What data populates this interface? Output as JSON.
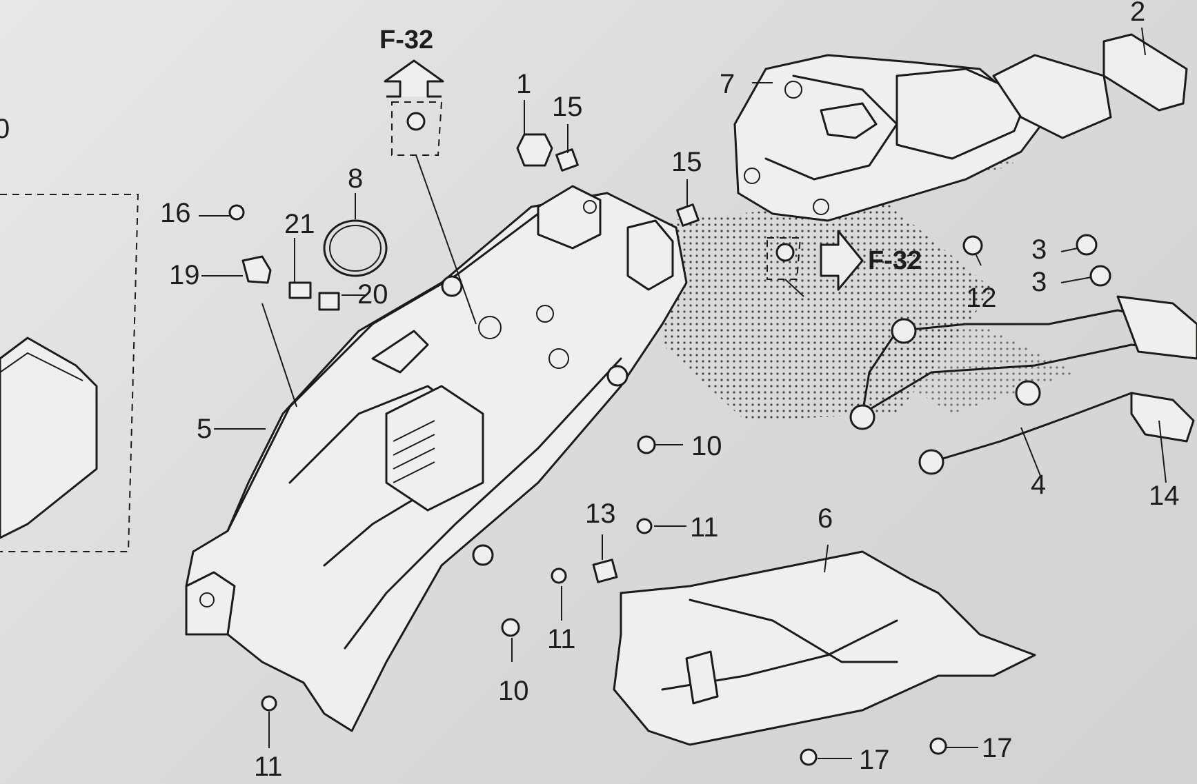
{
  "diagram": {
    "callouts": {
      "c1": "1",
      "c2": "2",
      "c3a": "3",
      "c3b": "3",
      "c4": "4",
      "c5": "5",
      "c6": "6",
      "c7": "7",
      "c8": "8",
      "c10a": "10",
      "c10b": "10",
      "c11a": "11",
      "c11b": "11",
      "c11c": "11",
      "c12": "12",
      "c13": "13",
      "c14": "14",
      "c15a": "15",
      "c15b": "15",
      "c16": "16",
      "c17a": "17",
      "c17b": "17",
      "c19": "19",
      "c20": "20",
      "c21": "21",
      "c_edge": "0"
    },
    "references": {
      "ref_top": "F-32",
      "ref_right": "F-32"
    }
  }
}
